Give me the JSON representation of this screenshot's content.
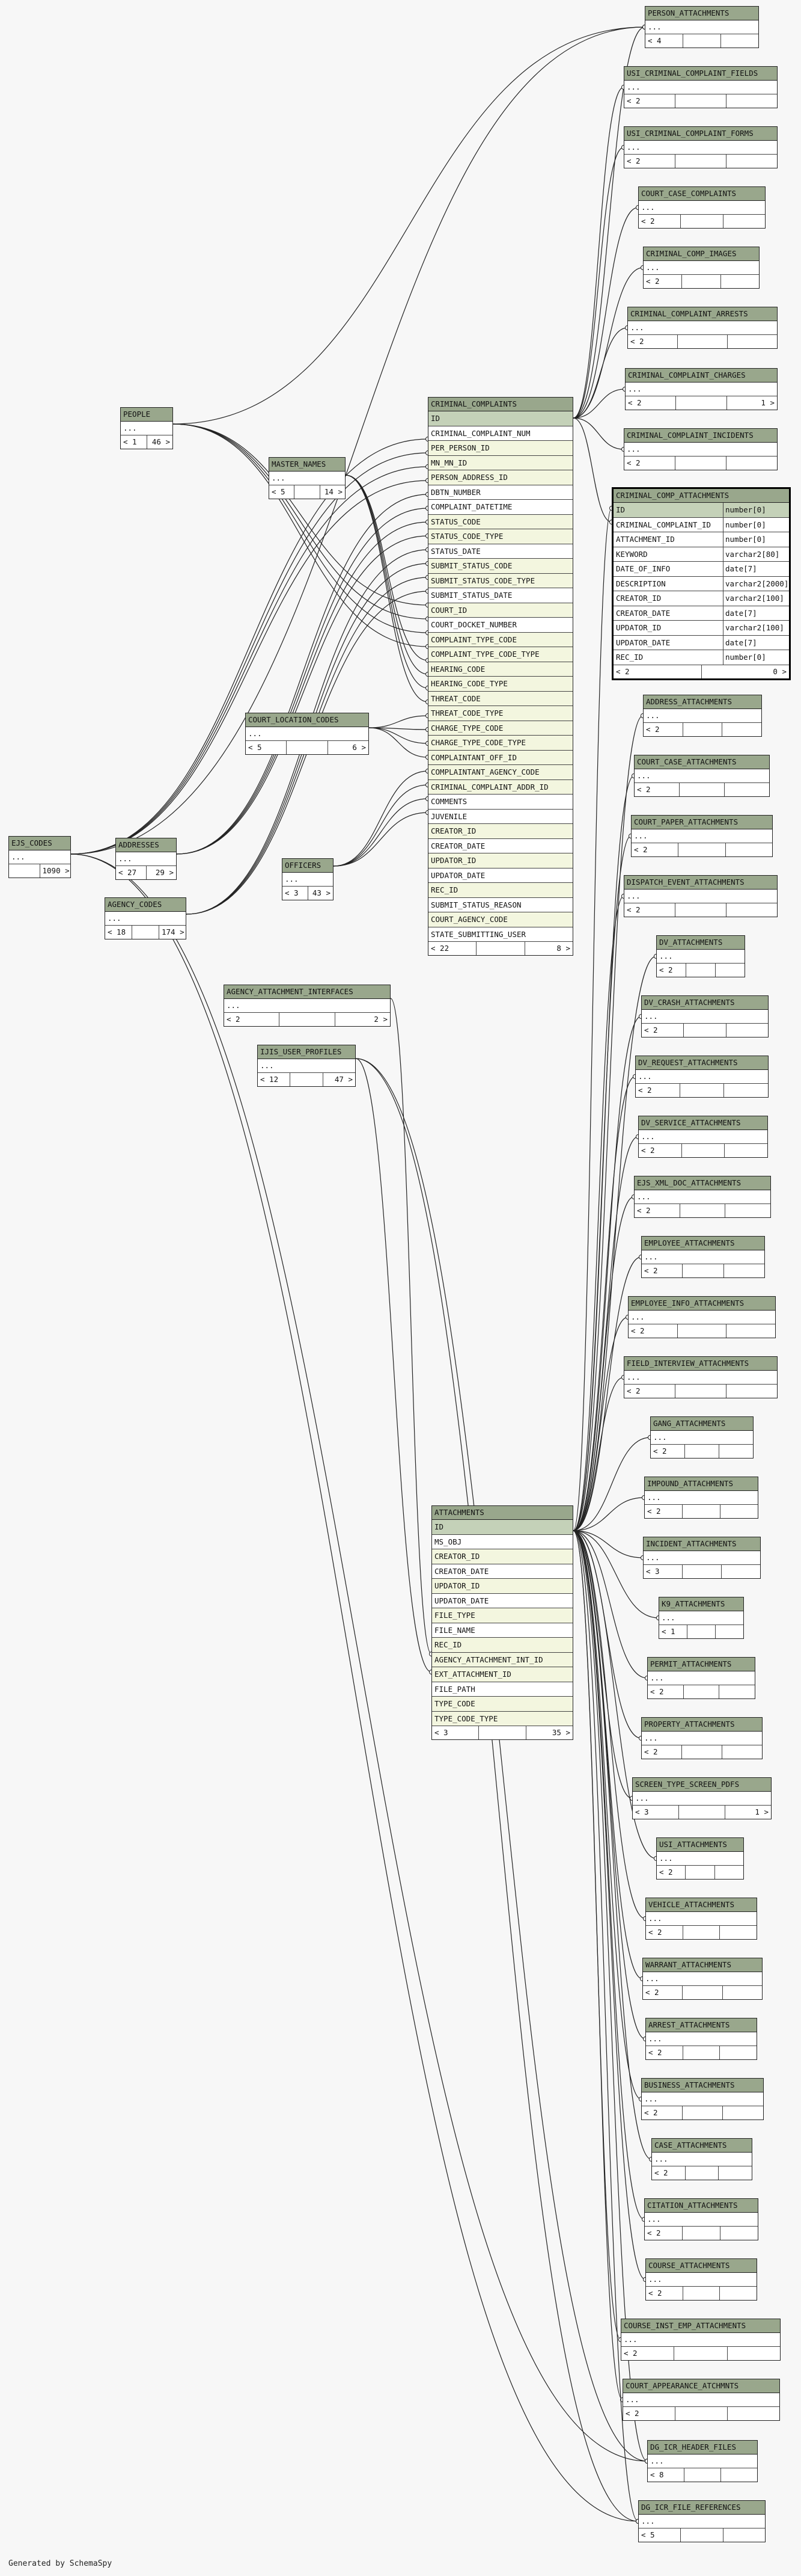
{
  "footer": "Generated by SchemaSpy",
  "tables": [
    {
      "id": "person_attachments",
      "name": "PERSON_ATTACHMENTS",
      "rows": [
        "..."
      ],
      "footer": [
        "< 4",
        "",
        ""
      ]
    },
    {
      "id": "usi_criminal_complaint_fields",
      "name": "USI_CRIMINAL_COMPLAINT_FIELDS",
      "rows": [
        "..."
      ],
      "footer": [
        "< 2",
        "",
        ""
      ]
    },
    {
      "id": "usi_criminal_complaint_forms",
      "name": "USI_CRIMINAL_COMPLAINT_FORMS",
      "rows": [
        "..."
      ],
      "footer": [
        "< 2",
        "",
        ""
      ]
    },
    {
      "id": "court_case_complaints",
      "name": "COURT_CASE_COMPLAINTS",
      "rows": [
        "..."
      ],
      "footer": [
        "< 2",
        "",
        ""
      ]
    },
    {
      "id": "criminal_comp_images",
      "name": "CRIMINAL_COMP_IMAGES",
      "rows": [
        "..."
      ],
      "footer": [
        "< 2",
        "",
        ""
      ]
    },
    {
      "id": "criminal_complaint_arrests",
      "name": "CRIMINAL_COMPLAINT_ARRESTS",
      "rows": [
        "..."
      ],
      "footer": [
        "< 2",
        "",
        ""
      ]
    },
    {
      "id": "criminal_complaint_charges",
      "name": "CRIMINAL_COMPLAINT_CHARGES",
      "rows": [
        "..."
      ],
      "footer": [
        "< 2",
        "",
        "1 >"
      ]
    },
    {
      "id": "criminal_complaint_incidents",
      "name": "CRIMINAL_COMPLAINT_INCIDENTS",
      "rows": [
        "..."
      ],
      "footer": [
        "< 2",
        "",
        ""
      ]
    },
    {
      "id": "people",
      "name": "PEOPLE",
      "rows": [
        "..."
      ],
      "footer": [
        "< 1",
        "46 >"
      ]
    },
    {
      "id": "master_names",
      "name": "MASTER_NAMES",
      "rows": [
        "..."
      ],
      "footer": [
        "< 5",
        "",
        "14 >"
      ]
    },
    {
      "id": "criminal_complaints",
      "name": "CRIMINAL_COMPLAINTS",
      "rows": [
        "ID",
        "CRIMINAL_COMPLAINT_NUM",
        "PER_PERSON_ID",
        "MN_MN_ID",
        "PERSON_ADDRESS_ID",
        "DBTN_NUMBER",
        "COMPLAINT_DATETIME",
        "STATUS_CODE",
        "STATUS_CODE_TYPE",
        "STATUS_DATE",
        "SUBMIT_STATUS_CODE",
        "SUBMIT_STATUS_CODE_TYPE",
        "SUBMIT_STATUS_DATE",
        "COURT_ID",
        "COURT_DOCKET_NUMBER",
        "COMPLAINT_TYPE_CODE",
        "COMPLAINT_TYPE_CODE_TYPE",
        "HEARING_CODE",
        "HEARING_CODE_TYPE",
        "THREAT_CODE",
        "THREAT_CODE_TYPE",
        "CHARGE_TYPE_CODE",
        "CHARGE_TYPE_CODE_TYPE",
        "COMPLAINTANT_OFF_ID",
        "COMPLAINTANT_AGENCY_CODE",
        "CRIMINAL_COMPLAINT_ADDR_ID",
        "COMMENTS",
        "JUVENILE",
        "CREATOR_ID",
        "CREATOR_DATE",
        "UPDATOR_ID",
        "UPDATOR_DATE",
        "REC_ID",
        "SUBMIT_STATUS_REASON",
        "COURT_AGENCY_CODE",
        "STATE_SUBMITTING_USER"
      ],
      "footer": [
        "< 22",
        "",
        "8 >"
      ]
    },
    {
      "id": "criminal_comp_attachments",
      "name": "CRIMINAL_COMP_ATTACHMENTS",
      "rows": [
        "ID",
        "CRIMINAL_COMPLAINT_ID",
        "ATTACHMENT_ID",
        "KEYWORD",
        "DATE_OF_INFO",
        "DESCRIPTION",
        "CREATOR_ID",
        "CREATOR_DATE",
        "UPDATOR_ID",
        "UPDATOR_DATE",
        "REC_ID"
      ],
      "types": [
        "number[0]",
        "number[0]",
        "number[0]",
        "varchar2[80]",
        "date[7]",
        "varchar2[2000]",
        "varchar2[100]",
        "date[7]",
        "varchar2[100]",
        "date[7]",
        "number[0]"
      ],
      "footer": [
        "< 2",
        "0 >"
      ]
    },
    {
      "id": "address_attachments",
      "name": "ADDRESS_ATTACHMENTS",
      "rows": [
        "..."
      ],
      "footer": [
        "< 2",
        "",
        ""
      ]
    },
    {
      "id": "court_case_attachments",
      "name": "COURT_CASE_ATTACHMENTS",
      "rows": [
        "..."
      ],
      "footer": [
        "< 2",
        "",
        ""
      ]
    },
    {
      "id": "court_paper_attachments",
      "name": "COURT_PAPER_ATTACHMENTS",
      "rows": [
        "..."
      ],
      "footer": [
        "< 2",
        "",
        ""
      ]
    },
    {
      "id": "dispatch_event_attachments",
      "name": "DISPATCH_EVENT_ATTACHMENTS",
      "rows": [
        "..."
      ],
      "footer": [
        "< 2",
        "",
        ""
      ]
    },
    {
      "id": "dv_attachments",
      "name": "DV_ATTACHMENTS",
      "rows": [
        "..."
      ],
      "footer": [
        "< 2",
        "",
        ""
      ]
    },
    {
      "id": "dv_crash_attachments",
      "name": "DV_CRASH_ATTACHMENTS",
      "rows": [
        "..."
      ],
      "footer": [
        "< 2",
        "",
        ""
      ]
    },
    {
      "id": "dv_request_attachments",
      "name": "DV_REQUEST_ATTACHMENTS",
      "rows": [
        "..."
      ],
      "footer": [
        "< 2",
        "",
        ""
      ]
    },
    {
      "id": "dv_service_attachments",
      "name": "DV_SERVICE_ATTACHMENTS",
      "rows": [
        "..."
      ],
      "footer": [
        "< 2",
        "",
        ""
      ]
    },
    {
      "id": "ejs_xml_doc_attachments",
      "name": "EJS_XML_DOC_ATTACHMENTS",
      "rows": [
        "..."
      ],
      "footer": [
        "< 2",
        "",
        ""
      ]
    },
    {
      "id": "employee_attachments",
      "name": "EMPLOYEE_ATTACHMENTS",
      "rows": [
        "..."
      ],
      "footer": [
        "< 2",
        "",
        ""
      ]
    },
    {
      "id": "employee_info_attachments",
      "name": "EMPLOYEE_INFO_ATTACHMENTS",
      "rows": [
        "..."
      ],
      "footer": [
        "< 2",
        "",
        ""
      ]
    },
    {
      "id": "field_interview_attachments",
      "name": "FIELD_INTERVIEW_ATTACHMENTS",
      "rows": [
        "..."
      ],
      "footer": [
        "< 2",
        "",
        ""
      ]
    },
    {
      "id": "gang_attachments",
      "name": "GANG_ATTACHMENTS",
      "rows": [
        "..."
      ],
      "footer": [
        "< 2",
        "",
        ""
      ]
    },
    {
      "id": "impound_attachments",
      "name": "IMPOUND_ATTACHMENTS",
      "rows": [
        "..."
      ],
      "footer": [
        "< 2",
        "",
        ""
      ]
    },
    {
      "id": "incident_attachments",
      "name": "INCIDENT_ATTACHMENTS",
      "rows": [
        "..."
      ],
      "footer": [
        "< 3",
        "",
        ""
      ]
    },
    {
      "id": "k9_attachments",
      "name": "K9_ATTACHMENTS",
      "rows": [
        "..."
      ],
      "footer": [
        "< 1",
        "",
        ""
      ]
    },
    {
      "id": "permit_attachments",
      "name": "PERMIT_ATTACHMENTS",
      "rows": [
        "..."
      ],
      "footer": [
        "< 2",
        "",
        ""
      ]
    },
    {
      "id": "property_attachments",
      "name": "PROPERTY_ATTACHMENTS",
      "rows": [
        "..."
      ],
      "footer": [
        "< 2",
        "",
        ""
      ]
    },
    {
      "id": "screen_type_screen_pdfs",
      "name": "SCREEN_TYPE_SCREEN_PDFS",
      "rows": [
        "..."
      ],
      "footer": [
        "< 3",
        "",
        "1 >"
      ]
    },
    {
      "id": "usi_attachments",
      "name": "USI_ATTACHMENTS",
      "rows": [
        "..."
      ],
      "footer": [
        "< 2",
        "",
        ""
      ]
    },
    {
      "id": "vehicle_attachments",
      "name": "VEHICLE_ATTACHMENTS",
      "rows": [
        "..."
      ],
      "footer": [
        "< 2",
        "",
        ""
      ]
    },
    {
      "id": "warrant_attachments",
      "name": "WARRANT_ATTACHMENTS",
      "rows": [
        "..."
      ],
      "footer": [
        "< 2",
        "",
        ""
      ]
    },
    {
      "id": "arrest_attachments",
      "name": "ARREST_ATTACHMENTS",
      "rows": [
        "..."
      ],
      "footer": [
        "< 2",
        "",
        ""
      ]
    },
    {
      "id": "business_attachments",
      "name": "BUSINESS_ATTACHMENTS",
      "rows": [
        "..."
      ],
      "footer": [
        "< 2",
        "",
        ""
      ]
    },
    {
      "id": "case_attachments",
      "name": "CASE_ATTACHMENTS",
      "rows": [
        "..."
      ],
      "footer": [
        "< 2",
        "",
        ""
      ]
    },
    {
      "id": "citation_attachments",
      "name": "CITATION_ATTACHMENTS",
      "rows": [
        "..."
      ],
      "footer": [
        "< 2",
        "",
        ""
      ]
    },
    {
      "id": "course_attachments",
      "name": "COURSE_ATTACHMENTS",
      "rows": [
        "..."
      ],
      "footer": [
        "< 2",
        "",
        ""
      ]
    },
    {
      "id": "course_inst_emp_attachments",
      "name": "COURSE_INST_EMP_ATTACHMENTS",
      "rows": [
        "..."
      ],
      "footer": [
        "< 2",
        "",
        ""
      ]
    },
    {
      "id": "court_appearance_atchmnts",
      "name": "COURT_APPEARANCE_ATCHMNTS",
      "rows": [
        "..."
      ],
      "footer": [
        "< 2",
        "",
        ""
      ]
    },
    {
      "id": "dg_icr_header_files",
      "name": "DG_ICR_HEADER_FILES",
      "rows": [
        "..."
      ],
      "footer": [
        "< 8",
        "",
        ""
      ]
    },
    {
      "id": "dg_icr_file_references",
      "name": "DG_ICR_FILE_REFERENCES",
      "rows": [
        "..."
      ],
      "footer": [
        "< 5",
        "",
        ""
      ]
    },
    {
      "id": "court_location_codes",
      "name": "COURT_LOCATION_CODES",
      "rows": [
        "..."
      ],
      "footer": [
        "< 5",
        "",
        "6 >"
      ]
    },
    {
      "id": "ejs_codes",
      "name": "EJS_CODES",
      "rows": [
        "..."
      ],
      "footer": [
        "",
        "1090 >"
      ]
    },
    {
      "id": "addresses",
      "name": "ADDRESSES",
      "rows": [
        "..."
      ],
      "footer": [
        "< 27",
        "29 >"
      ]
    },
    {
      "id": "officers",
      "name": "OFFICERS",
      "rows": [
        "..."
      ],
      "footer": [
        "< 3",
        "43 >"
      ]
    },
    {
      "id": "agency_codes",
      "name": "AGENCY_CODES",
      "rows": [
        "..."
      ],
      "footer": [
        "< 18",
        "",
        "174 >"
      ]
    },
    {
      "id": "agency_attachment_interfaces",
      "name": "AGENCY_ATTACHMENT_INTERFACES",
      "rows": [
        "..."
      ],
      "footer": [
        "< 2",
        "",
        "2 >"
      ]
    },
    {
      "id": "ijis_user_profiles",
      "name": "IJIS_USER_PROFILES",
      "rows": [
        "..."
      ],
      "footer": [
        "< 12",
        "",
        "47 >"
      ]
    },
    {
      "id": "attachments",
      "name": "ATTACHMENTS",
      "rows": [
        "ID",
        "MS_OBJ",
        "CREATOR_ID",
        "CREATOR_DATE",
        "UPDATOR_ID",
        "UPDATOR_DATE",
        "FILE_TYPE",
        "FILE_NAME",
        "REC_ID",
        "AGENCY_ATTACHMENT_INT_ID",
        "EXT_ATTACHMENT_ID",
        "FILE_PATH",
        "TYPE_CODE",
        "TYPE_CODE_TYPE"
      ],
      "footer": [
        "< 3",
        "",
        "35 >"
      ]
    }
  ]
}
